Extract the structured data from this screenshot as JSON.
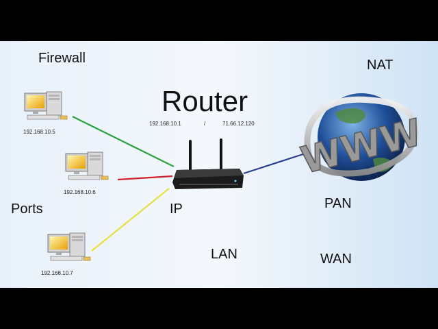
{
  "title": "Router",
  "router_ip_lan": "192.168.10.1",
  "router_ip_sep": "/",
  "router_ip_wan": "71.66.12.120",
  "terms": {
    "firewall": "Firewall",
    "nat": "NAT",
    "ports": "Ports",
    "ip": "IP",
    "pan": "PAN",
    "lan": "LAN",
    "wan": "WAN"
  },
  "computers": [
    {
      "ip": "192.168.10.5",
      "link_color": "#2aa23a"
    },
    {
      "ip": "192.168.10.6",
      "link_color": "#d0202a"
    },
    {
      "ip": "192.168.10.7",
      "link_color": "#e8e040"
    }
  ],
  "internet": {
    "label": "WWW",
    "link_color": "#2a3f8a"
  }
}
